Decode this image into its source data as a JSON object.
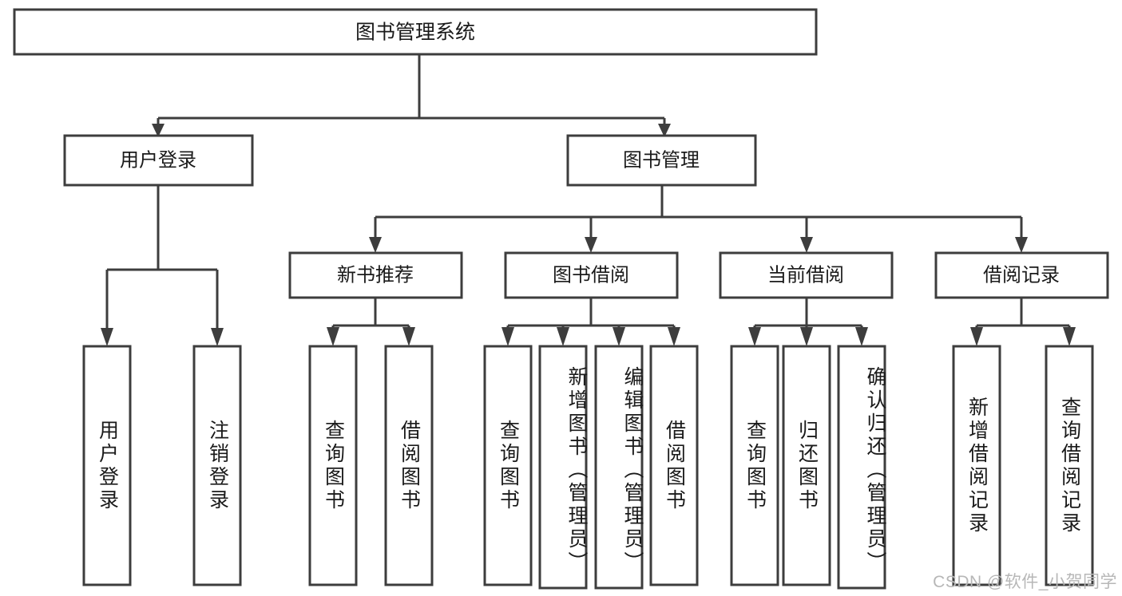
{
  "diagram": {
    "title": "图书管理系统",
    "type": "tree-hierarchy",
    "orientation": "top-down",
    "colors": {
      "box_stroke": "#3d3d3d",
      "box_fill": "#ffffff",
      "connector": "#3d3d3d",
      "text": "#1a1a1a",
      "watermark": "#b7b7b7",
      "background": "#ffffff"
    }
  },
  "root": {
    "label": "图书管理系统"
  },
  "level1": [
    {
      "label": "用户登录"
    },
    {
      "label": "图书管理"
    }
  ],
  "level2": [
    {
      "label": "新书推荐"
    },
    {
      "label": "图书借阅"
    },
    {
      "label": "当前借阅"
    },
    {
      "label": "借阅记录"
    }
  ],
  "leaves": {
    "user_login": [
      {
        "label": "用户登录"
      },
      {
        "label": "注销登录"
      }
    ],
    "new_book_recommend": [
      {
        "label": "查询图书"
      },
      {
        "label": "借阅图书"
      }
    ],
    "book_borrow": [
      {
        "label": "查询图书"
      },
      {
        "label": "新增图书（管理员）"
      },
      {
        "label": "编辑图书（管理员）"
      },
      {
        "label": "借阅图书"
      }
    ],
    "current_borrow": [
      {
        "label": "查询图书"
      },
      {
        "label": "归还图书"
      },
      {
        "label": "确认归还（管理员）"
      }
    ],
    "borrow_record": [
      {
        "label": "新增借阅记录"
      },
      {
        "label": "查询借阅记录"
      }
    ]
  },
  "watermark": {
    "text": "CSDN @软件_小贺同学"
  }
}
